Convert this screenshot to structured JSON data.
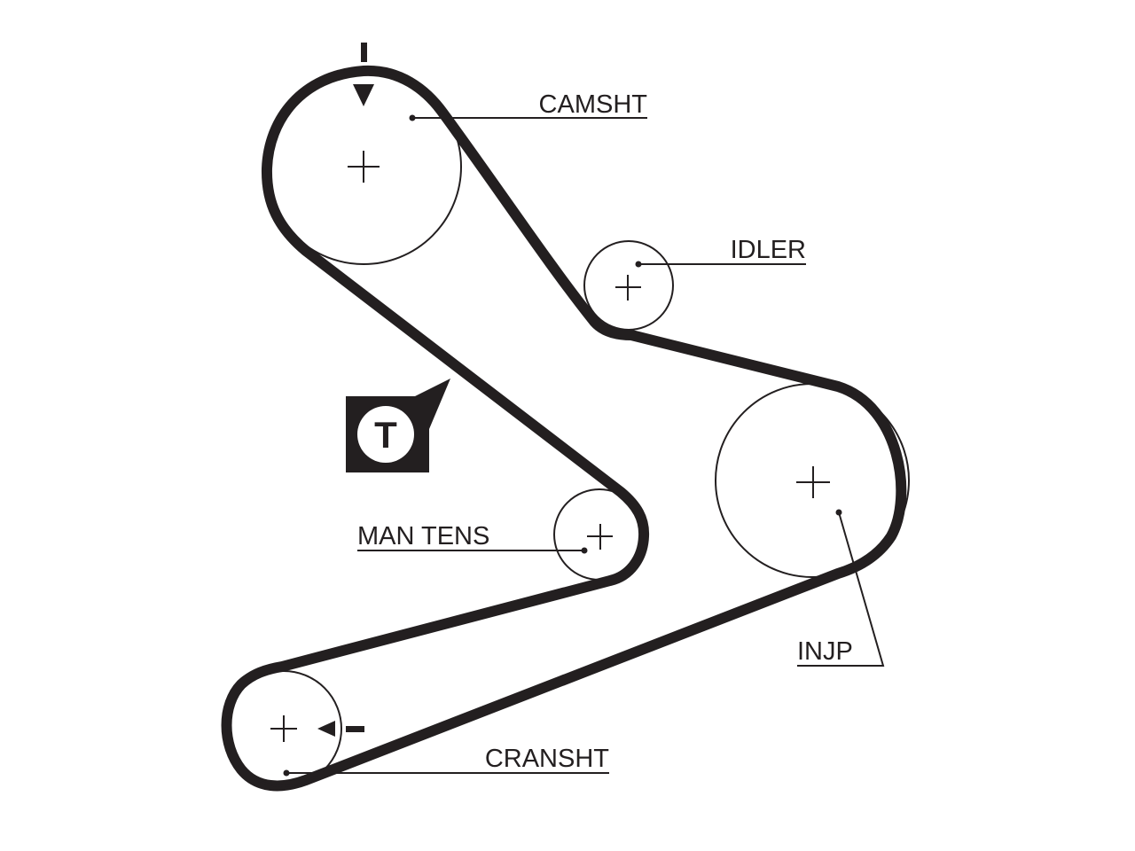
{
  "diagram": {
    "colors": {
      "line": "#231f20",
      "background": "#ffffff"
    },
    "labels": {
      "camshaft": "CAMSHT",
      "idler": "IDLER",
      "manual_tensioner": "MAN TENS",
      "injection_pump": "INJP",
      "crankshaft": "CRANSHT"
    },
    "tensioner_badge": {
      "letter": "T"
    },
    "icons": {
      "camshaft_timing_mark": "down-arrow-mark-icon",
      "crankshaft_timing_mark": "left-arrow-mark-icon",
      "tensioner_badge": "tensioner-t-badge-icon"
    }
  }
}
